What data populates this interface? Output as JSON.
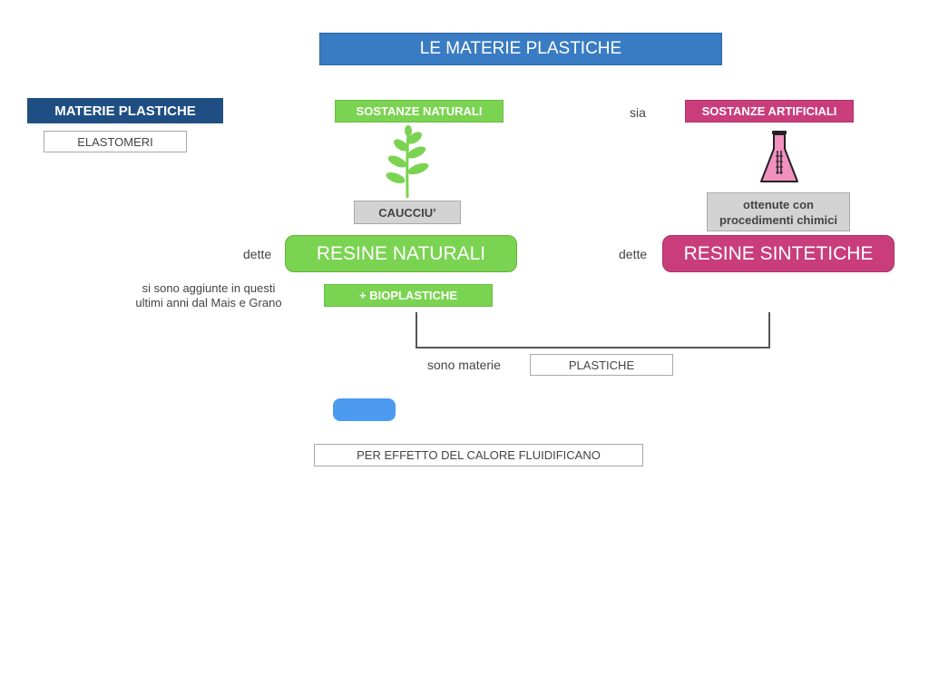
{
  "title": "LE MATERIE PLASTICHE",
  "left_panel": {
    "heading": "MATERIE PLASTICHE",
    "item": "ELASTOMERI"
  },
  "natural": {
    "label": "SOSTANZE NATURALI",
    "icon": "plant-icon",
    "example": "CAUCCIU’",
    "connector_word": "dette",
    "resin": "RESINE NATURALI",
    "note": "si sono aggiunte in questi ultimi anni dal Mais e Grano",
    "bioplastics": "+ BIOPLASTICHE"
  },
  "artificial": {
    "joiner": "sia",
    "label": "SOSTANZE ARTIFICIALI",
    "icon": "flask-icon",
    "process": "ottenute con procedimenti chimici",
    "connector_word": "dette",
    "resin": "RESINE SINTETICHE"
  },
  "conclusion": {
    "prefix": "sono materie",
    "value": "PLASTICHE",
    "effect": "PER EFFETTO DEL CALORE FLUIDIFICANO"
  },
  "colors": {
    "title": "#3a7cc3",
    "heading": "#1f4e83",
    "natural": "#7bd352",
    "artificial": "#c93d7b",
    "process": "#d3d3d3",
    "pill": "#4c9bf0"
  }
}
